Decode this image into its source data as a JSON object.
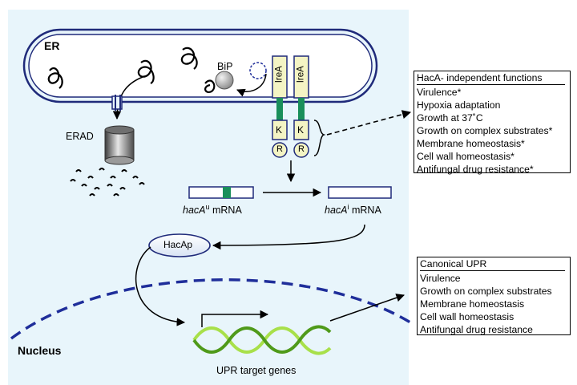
{
  "labels": {
    "er": "ER",
    "erad": "ERAD",
    "bip": "BiP",
    "irea": "IreA",
    "kinase": "K",
    "rnase": "R",
    "hacp": "HacAp",
    "nucleus": "Nucleus",
    "upr_target_genes": "UPR target genes",
    "mrna_u_gene": "hacA",
    "mrna_u_sup": "u",
    "mrna_u_rest": " mRNA",
    "mrna_i_gene": "hacA",
    "mrna_i_sup": "i",
    "mrna_i_rest": " mRNA"
  },
  "hacA_independent_box": {
    "title": "HacA- independent functions",
    "items": [
      "Virulence*",
      "Hypoxia adaptation",
      "Growth at 37˚C",
      "Growth on complex substrates*",
      "Membrane homeostasis*",
      "Cell wall homeostasis*",
      "Antifungal drug resistance*"
    ]
  },
  "canonical_upr_box": {
    "title": "Canonical UPR",
    "items": [
      "Virulence",
      "Growth on complex substrates",
      "Membrane homeostasis",
      "Cell wall homeostasis",
      "Antifungal drug resistance"
    ]
  },
  "colors": {
    "cytoplasm": "#e8f5fb",
    "er_membrane": "#1f2a7a",
    "ire_green": "#1a8f5a",
    "ire_box": "#f4f4c4",
    "nucleus_dash": "#1f2e9a",
    "dna_light": "#a8e04a",
    "dna_dark": "#4f9a1a"
  }
}
